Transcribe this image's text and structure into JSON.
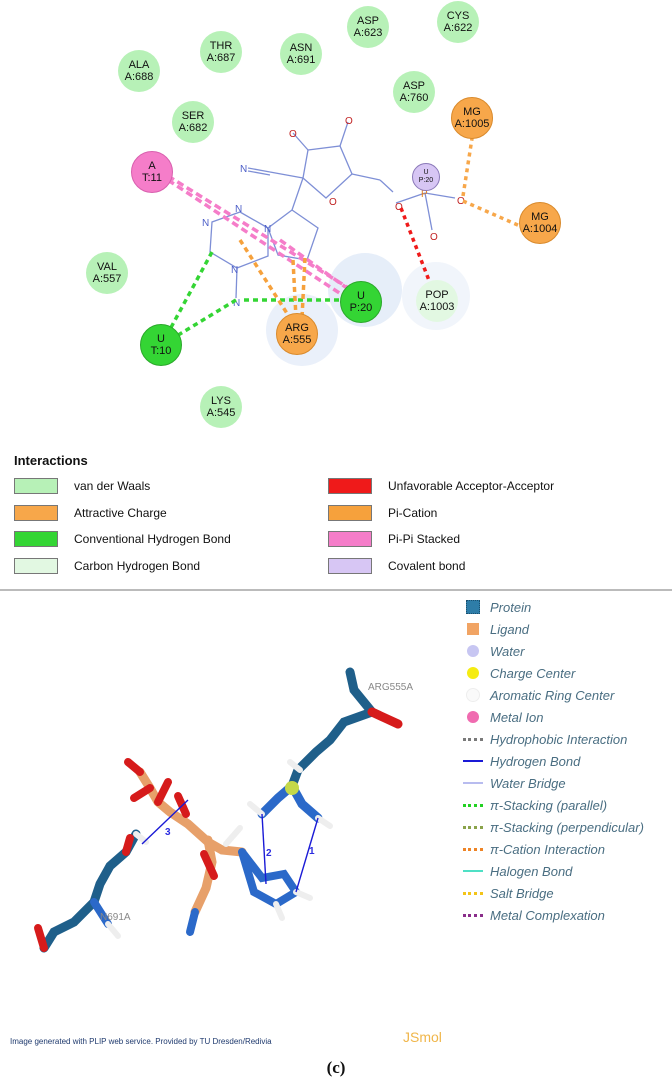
{
  "colors": {
    "vdw": "#b7f1b7",
    "attractive": "#f7a74a",
    "hbond": "#34d534",
    "carbon_h": "#e2f8e2",
    "unfavorable": "#ef1a1a",
    "pication": "#f6a13c",
    "pipi": "#f57dc9",
    "covalent": "#d7c6f4",
    "ligand": "#7e8fd6"
  },
  "residues": [
    {
      "id": "ala688",
      "name": "ALA",
      "chain": "A:688",
      "type": "vdw"
    },
    {
      "id": "thr687",
      "name": "THR",
      "chain": "A:687",
      "type": "vdw"
    },
    {
      "id": "asn691",
      "name": "ASN",
      "chain": "A:691",
      "type": "vdw"
    },
    {
      "id": "asp623",
      "name": "ASP",
      "chain": "A:623",
      "type": "vdw"
    },
    {
      "id": "cys622",
      "name": "CYS",
      "chain": "A:622",
      "type": "vdw"
    },
    {
      "id": "asp760",
      "name": "ASP",
      "chain": "A:760",
      "type": "vdw"
    },
    {
      "id": "ser682",
      "name": "SER",
      "chain": "A:682",
      "type": "vdw"
    },
    {
      "id": "mg1005",
      "name": "MG",
      "chain": "A:1005",
      "type": "attractive"
    },
    {
      "id": "at11",
      "name": "A",
      "chain": "T:11",
      "type": "pipi"
    },
    {
      "id": "up20a",
      "name": "U",
      "chain": "P:20",
      "type": "covalent"
    },
    {
      "id": "mg1004",
      "name": "MG",
      "chain": "A:1004",
      "type": "attractive"
    },
    {
      "id": "val557",
      "name": "VAL",
      "chain": "A:557",
      "type": "vdw"
    },
    {
      "id": "up20b",
      "name": "U",
      "chain": "P:20",
      "type": "hbond"
    },
    {
      "id": "pop1003",
      "name": "POP",
      "chain": "A:1003",
      "type": "carbon_h"
    },
    {
      "id": "ut10",
      "name": "U",
      "chain": "T:10",
      "type": "hbond"
    },
    {
      "id": "arg555",
      "name": "ARG",
      "chain": "A:555",
      "type": "attractive"
    },
    {
      "id": "lys545",
      "name": "LYS",
      "chain": "A:545",
      "type": "vdw"
    }
  ],
  "ligand_atoms": {
    "o1": "O",
    "o2": "O",
    "n_cn": "N",
    "n1": "N",
    "n2": "N",
    "n3": "N",
    "n4": "N",
    "n_amine": "N",
    "o_ring": "O",
    "o_p1": "O",
    "o_p2": "O",
    "o_p3": "O",
    "o_p4": "O",
    "p": "P"
  },
  "legend": {
    "title": "Interactions",
    "items": [
      {
        "label": "van der Waals",
        "color": "#b7f1b7"
      },
      {
        "label": "Unfavorable Acceptor-Acceptor",
        "color": "#ef1a1a"
      },
      {
        "label": "Attractive Charge",
        "color": "#f7a74a"
      },
      {
        "label": "Pi-Cation",
        "color": "#f6a13c"
      },
      {
        "label": "Conventional Hydrogen Bond",
        "color": "#34d534"
      },
      {
        "label": "Pi-Pi Stacked",
        "color": "#f57dc9"
      },
      {
        "label": "Carbon Hydrogen Bond",
        "color": "#e2f8e2"
      },
      {
        "label": "Covalent bond",
        "color": "#d7c6f4"
      }
    ]
  },
  "plip_legend": [
    {
      "label": "Protein",
      "marker": "square-dotted",
      "color": "#2e7da8"
    },
    {
      "label": "Ligand",
      "marker": "square",
      "color": "#f1a464"
    },
    {
      "label": "Water",
      "marker": "circle",
      "color": "#c7c6f2"
    },
    {
      "label": "Charge Center",
      "marker": "circle",
      "color": "#f5ec12"
    },
    {
      "label": "Aromatic Ring Center",
      "marker": "circle-outline",
      "color": "#f2f2f2"
    },
    {
      "label": "Metal Ion",
      "marker": "circle",
      "color": "#f06bb0"
    },
    {
      "label": "Hydrophobic Interaction",
      "marker": "dotted",
      "color": "#7a7a7a"
    },
    {
      "label": "Hydrogen Bond",
      "marker": "solid",
      "color": "#1a1ad6"
    },
    {
      "label": "Water Bridge",
      "marker": "solid",
      "color": "#b8bcef"
    },
    {
      "label": "π-Stacking (parallel)",
      "marker": "dotted",
      "color": "#22d122"
    },
    {
      "label": "π-Stacking (perpendicular)",
      "marker": "dotted",
      "color": "#8aa34a"
    },
    {
      "label": "π-Cation Interaction",
      "marker": "dotted",
      "color": "#ee8426"
    },
    {
      "label": "Halogen Bond",
      "marker": "solid",
      "color": "#4fe0c5"
    },
    {
      "label": "Salt Bridge",
      "marker": "dotted",
      "color": "#f3c418"
    },
    {
      "label": "Metal Complexation",
      "marker": "dotted",
      "color": "#8a2d8a"
    }
  ],
  "viewer": {
    "label_arg": "ARG555A",
    "label_asn": "N691A",
    "bond_labels": [
      "3",
      "2",
      "1"
    ],
    "credit": "Image generated with PLIP web service. Provided by TU Dresden/Redivia",
    "brand": "JSmol"
  },
  "caption": "(c)"
}
